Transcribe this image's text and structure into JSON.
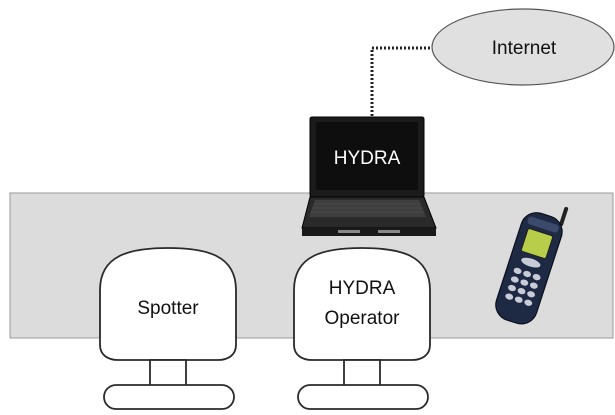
{
  "diagram": {
    "internet": {
      "label": "Internet",
      "icon": "cloud-icon"
    },
    "laptop": {
      "label": "HYDRA",
      "icon": "laptop-icon"
    },
    "phone": {
      "icon": "mobile-phone-icon"
    },
    "spotter": {
      "label": "Spotter",
      "icon": "person-seat-icon"
    },
    "operator": {
      "label_line1": "HYDRA",
      "label_line2": "Operator",
      "icon": "person-seat-icon"
    }
  },
  "colors": {
    "table": "#dcdcdc",
    "table_border": "#9a9a9a",
    "cloud": "#e0e0e0",
    "laptop_body": "#1b1b1b",
    "laptop_screen": "#0e0e0e",
    "seat": "#ffffff",
    "stroke": "#2a2a2a"
  }
}
